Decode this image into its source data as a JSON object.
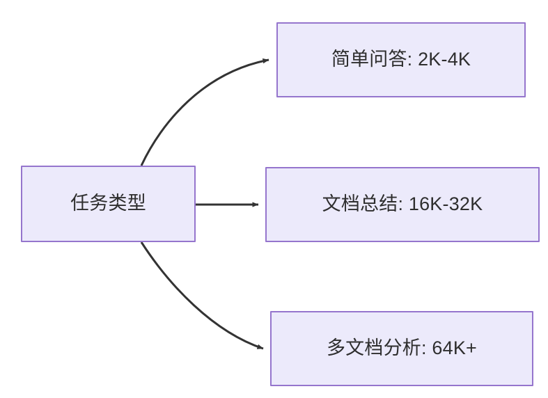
{
  "diagram": {
    "type": "flowchart",
    "orientation": "left-to-right",
    "background_color": "#ffffff",
    "node_fill_color": "#ECEAFB",
    "node_border_color": "#9575CD",
    "node_text_color": "#2E2E2E",
    "edge_color": "#333333",
    "root": {
      "id": "root",
      "label": "任务类型"
    },
    "children": [
      {
        "id": "child-0",
        "label": "简单问答: 2K-4K",
        "task": "简单问答",
        "token_range": "2K-4K",
        "edge_style": "curved-up"
      },
      {
        "id": "child-1",
        "label": "文档总结: 16K-32K",
        "task": "文档总结",
        "token_range": "16K-32K",
        "edge_style": "straight"
      },
      {
        "id": "child-2",
        "label": "多文档分析: 64K+",
        "task": "多文档分析",
        "token_range": "64K+",
        "edge_style": "curved-down"
      }
    ],
    "edges": [
      {
        "id": "edge-0",
        "from": "root",
        "to": "child-0",
        "arrowhead": "filled-triangle"
      },
      {
        "id": "edge-1",
        "from": "root",
        "to": "child-1",
        "arrowhead": "filled-triangle"
      },
      {
        "id": "edge-2",
        "from": "root",
        "to": "child-2",
        "arrowhead": "filled-triangle"
      }
    ]
  }
}
